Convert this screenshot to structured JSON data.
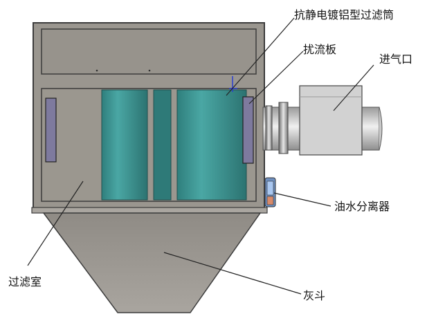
{
  "labels": {
    "filter_cartridge": "抗静电镀铝型过滤筒",
    "baffle_plate": "扰流板",
    "air_inlet": "进气口",
    "oil_water_separator": "油水分离器",
    "filter_chamber": "过滤室",
    "ash_hopper": "灰斗"
  },
  "colors": {
    "housing": "#9a968f",
    "housing_edge": "#3c3c3c",
    "cartridge": "#3f9a98",
    "cartridge_dark": "#2a6e6c",
    "window": "#7e7a9e",
    "inlet_box": "#d2d2d2",
    "inlet_pipe": "#c8c8c8",
    "leader": "#222222"
  }
}
